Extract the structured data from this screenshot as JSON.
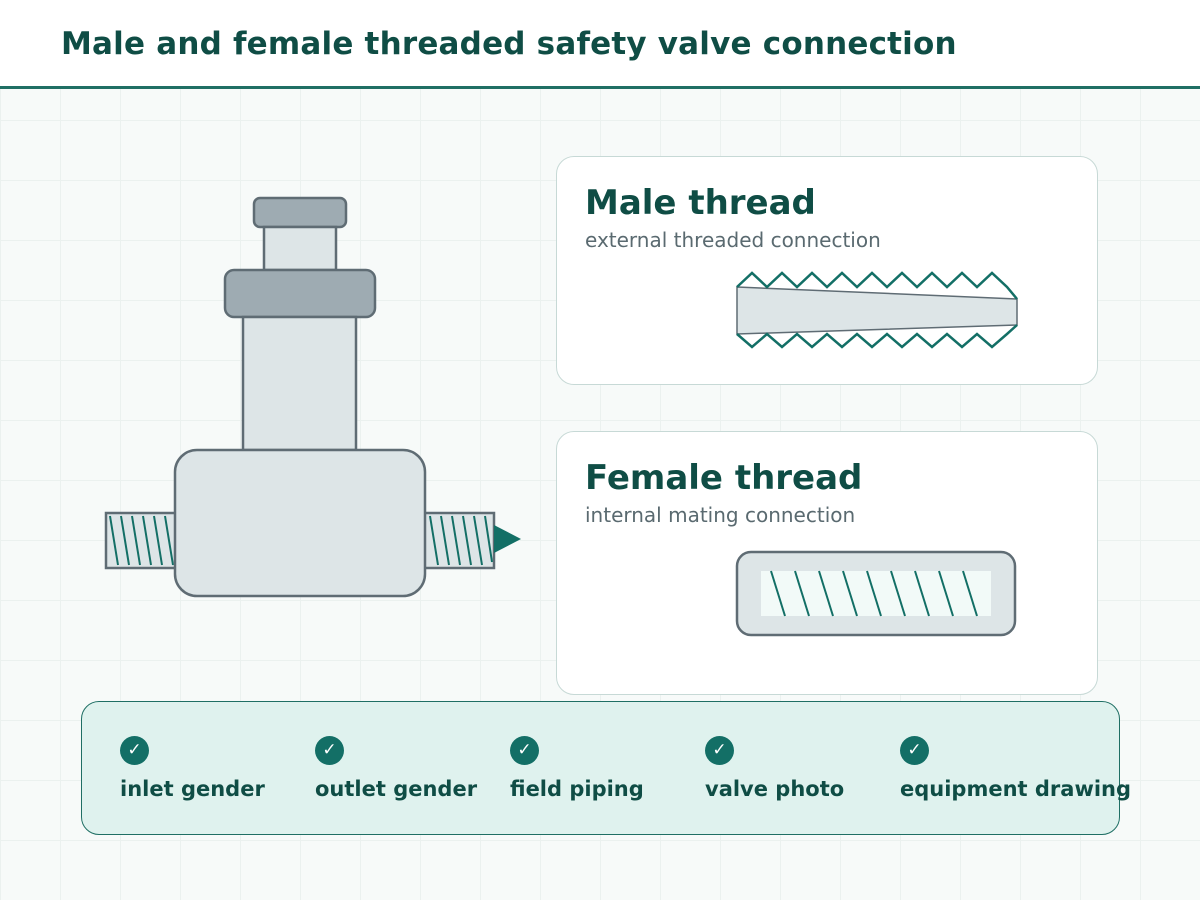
{
  "header": {
    "title": "Male and female threaded safety valve connection"
  },
  "colors": {
    "accent": "#136f66",
    "title_text": "#0f4d45",
    "body_fill": "#dde5e7",
    "cap_fill": "#9eabb2",
    "outline": "#5f6c74",
    "panel_fill": "#dff2ee"
  },
  "icons": [
    "valve-illustration",
    "flow-arrow-icon",
    "external-thread-icon",
    "internal-thread-icon",
    "check-icon"
  ],
  "cards": {
    "male": {
      "title": "Male thread",
      "subtitle": "external threaded connection"
    },
    "female": {
      "title": "Female thread",
      "subtitle": "internal mating connection"
    }
  },
  "checklist": {
    "items": [
      {
        "label": "inlet gender",
        "checked": true
      },
      {
        "label": "outlet gender",
        "checked": true
      },
      {
        "label": "field piping",
        "checked": true
      },
      {
        "label": "valve photo",
        "checked": true
      },
      {
        "label": "equipment drawing",
        "checked": true
      }
    ]
  }
}
